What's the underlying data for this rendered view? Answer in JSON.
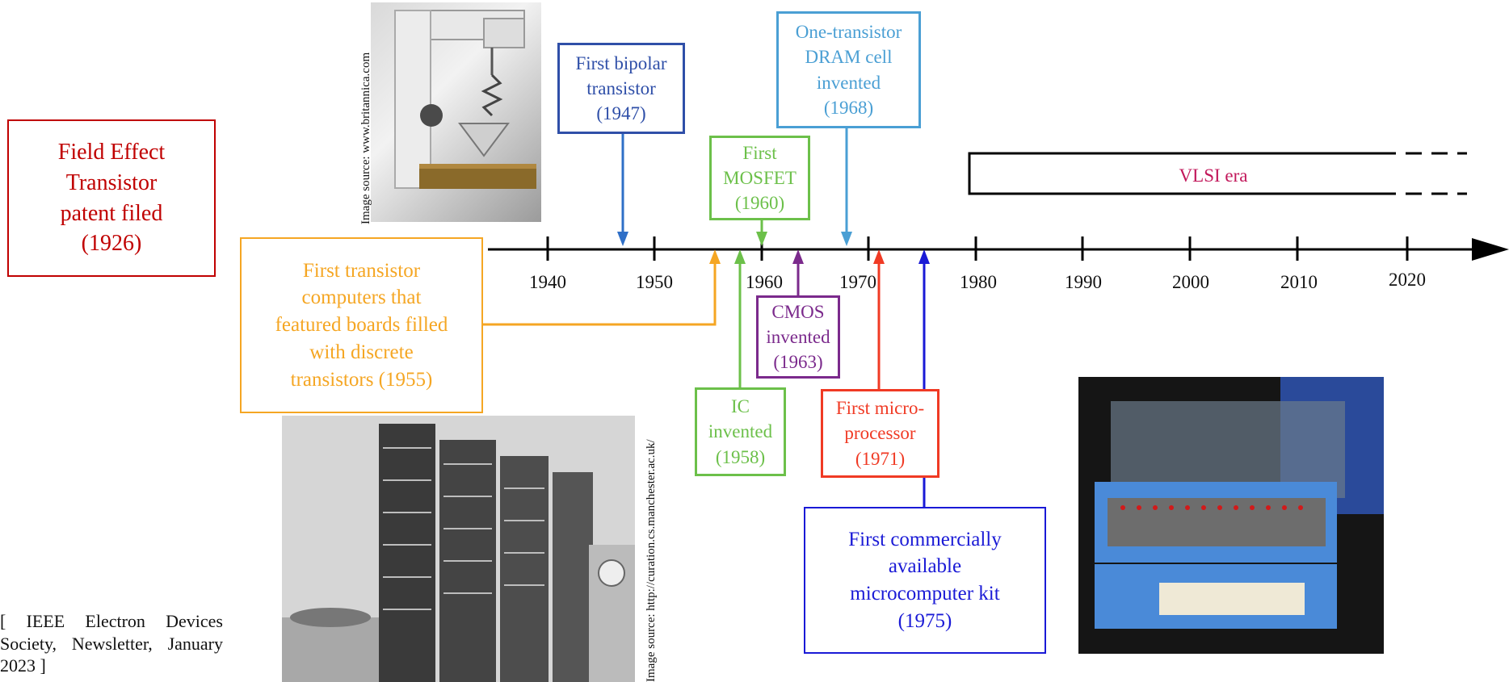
{
  "timeline": {
    "ticks": [
      "1940",
      "1950",
      "1960",
      "1970",
      "1980",
      "1990",
      "2000",
      "2010",
      "2020"
    ]
  },
  "vlsi": {
    "label": "VLSI era",
    "color": "#c2185b"
  },
  "events": {
    "fet_patent": {
      "label": "Field Effect\nTransistor\npatent filed\n(1926)",
      "color": "#c00000"
    },
    "bipolar": {
      "label": "First bipolar\ntransistor\n(1947)",
      "color": "#2f4fa8"
    },
    "dram": {
      "label": "One-transistor\nDRAM cell\ninvented\n(1968)",
      "color": "#4a9fd4"
    },
    "mosfet": {
      "label": "First\nMOSFET\n(1960)",
      "color": "#6cc04a"
    },
    "transistor_computers": {
      "label": "First transistor\ncomputers that\nfeatured boards filled\nwith discrete\ntransistors (1955)",
      "color": "#f5a623"
    },
    "ic": {
      "label": "IC\ninvented\n(1958)",
      "color": "#6cc04a"
    },
    "cmos": {
      "label": "CMOS\ninvented\n(1963)",
      "color": "#7b2a8c"
    },
    "microprocessor": {
      "label": "First micro-\nprocessor\n(1971)",
      "color": "#f03a24"
    },
    "microcomputer": {
      "label": "First commercially\navailable\nmicrocomputer kit\n(1975)",
      "color": "#1a1ad6"
    }
  },
  "image_credits": {
    "top": "Image source: www.britannica.com",
    "bottom": "Image source: http://curation.cs.manchester.ac.uk/"
  },
  "reference": "[ IEEE Electron Devices Society, Newsletter, January 2023 ]"
}
